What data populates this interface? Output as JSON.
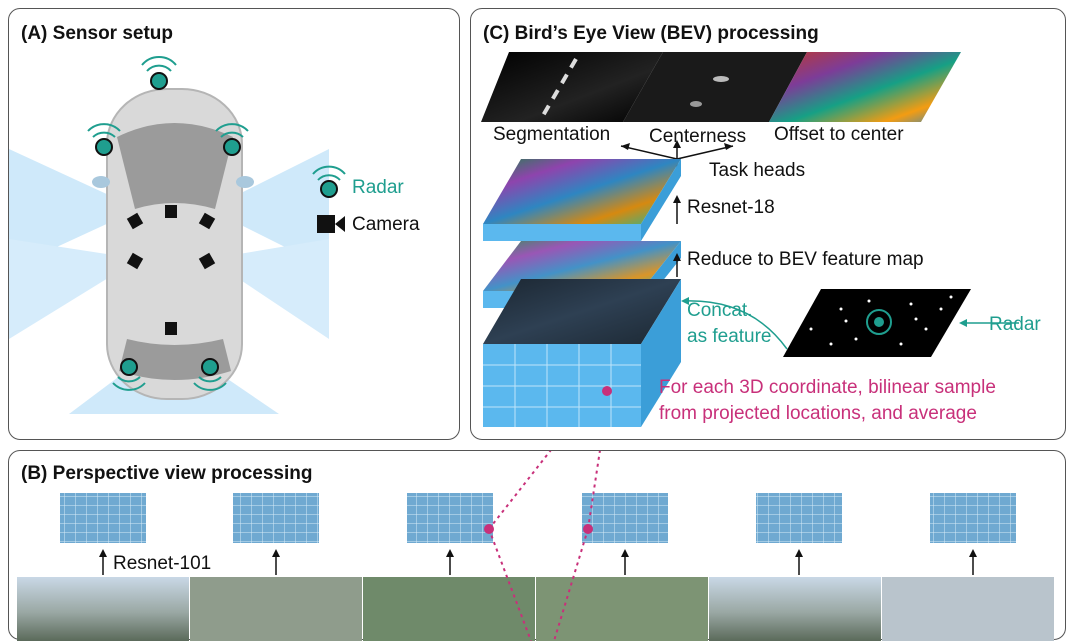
{
  "panel_a": {
    "title": "(A) Sensor setup",
    "legend": {
      "radar_label": "Radar",
      "camera_label": "Camera"
    }
  },
  "panel_c": {
    "title": "(C) Bird’s Eye View (BEV) processing",
    "outputs": [
      "Segmentation",
      "Centerness",
      "Offset to center"
    ],
    "task_heads": "Task heads",
    "resnet18": "Resnet-18",
    "reduce": "Reduce to BEV feature map",
    "concat_line1": "Concat.",
    "concat_line2": "as feature",
    "radar": "Radar",
    "sample_line1": "For each 3D coordinate, bilinear sample",
    "sample_line2": "from projected locations, and average"
  },
  "panel_b": {
    "title": "(B) Perspective view processing",
    "backbone": "Resnet-101"
  },
  "colors": {
    "teal": "#1f9e8f",
    "magenta": "#c8307a",
    "blue": "#5bb8ee",
    "light_blue": "#cfe9fa"
  }
}
